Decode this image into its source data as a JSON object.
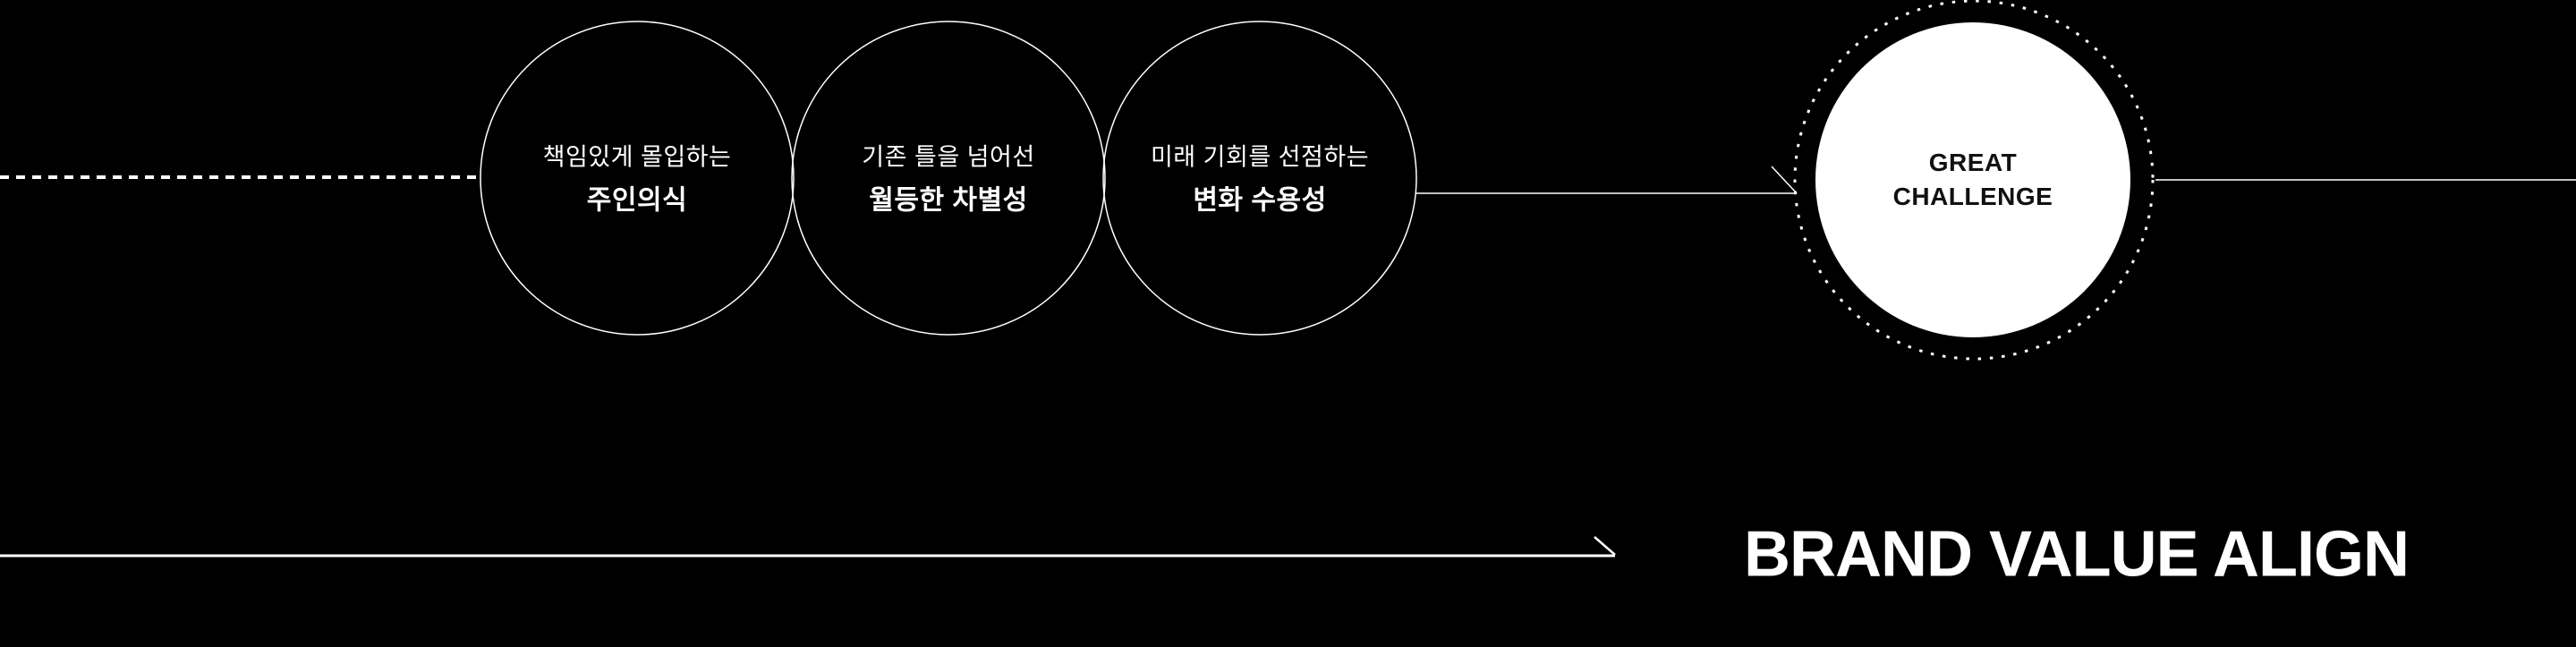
{
  "flow": {
    "steps": [
      {
        "subtitle": "책임있게 몰입하는",
        "title": "주인의식"
      },
      {
        "subtitle": "기존 틀을 넘어선",
        "title": "월등한 차별성"
      },
      {
        "subtitle": "미래 기회를 선점하는",
        "title": "변화 수용성"
      }
    ],
    "result": {
      "line1": "GREAT",
      "line2": "CHALLENGE"
    }
  },
  "banner": {
    "label": "BRAND VALUE ALIGN"
  },
  "colors": {
    "background": "#000000",
    "stroke": "#ffffff",
    "result_circle_fill": "#ffffff",
    "result_text": "#111111"
  }
}
